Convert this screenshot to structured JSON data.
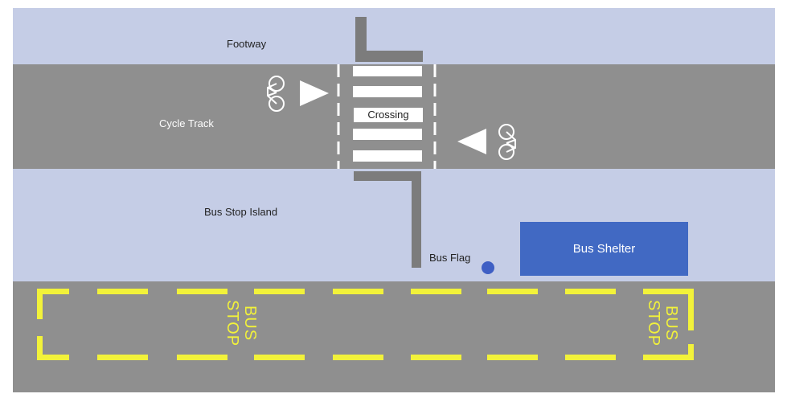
{
  "labels": {
    "footway": "Footway",
    "cycle_track": "Cycle Track",
    "crossing": "Crossing",
    "bus_stop_island": "Bus Stop Island",
    "bus_flag": "Bus Flag",
    "bus_shelter": "Bus Shelter",
    "bus_stop_left": [
      "BUS",
      "STOP"
    ],
    "bus_stop_right": [
      "BUS",
      "STOP"
    ]
  },
  "colors": {
    "footway": "#c5cde6",
    "cycle_track": "#8f8f8f",
    "road": "#8f8f8f",
    "crossing_stripe": "#ffffff",
    "bus_shelter": "#4169c3",
    "bus_flag": "#3f5fc4",
    "bus_stop_marking": "#f2f23a",
    "tactile_paving": "#7c7c7c",
    "arrow": "#ffffff"
  },
  "icons": {
    "cycle_left": "bicycle-icon",
    "cycle_right": "bicycle-icon",
    "arrow_right": "arrow-right-icon",
    "arrow_left": "arrow-left-icon"
  }
}
